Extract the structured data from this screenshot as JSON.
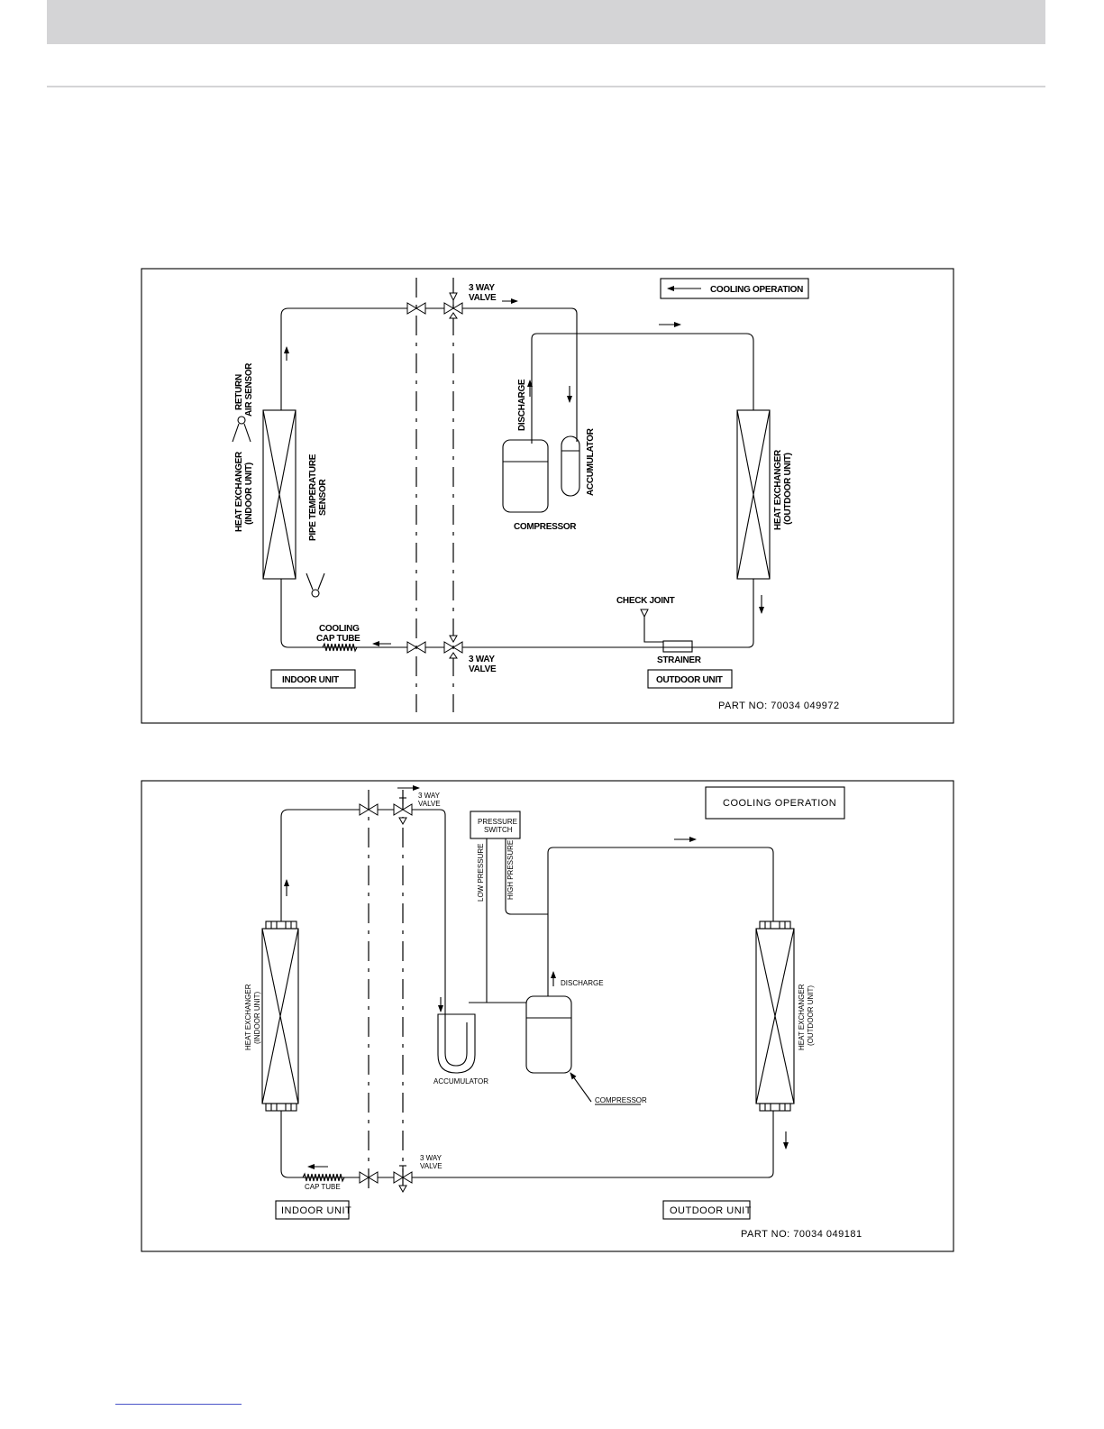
{
  "diagram1": {
    "valve_top": [
      "3 WAY",
      "VALVE"
    ],
    "valve_bottom": [
      "3 WAY",
      "VALVE"
    ],
    "legend": "COOLING OPERATION",
    "return_air_sensor": [
      "RETURN",
      "AIR SENSOR"
    ],
    "hx_indoor": [
      "HEAT EXCHANGER",
      "(INDOOR UNIT)"
    ],
    "pipe_temp_sensor": [
      "PIPE TEMPERATURE",
      "SENSOR"
    ],
    "discharge": "DISCHARGE",
    "accumulator": "ACCUMULATOR",
    "compressor": "COMPRESSOR",
    "hx_outdoor": [
      "HEAT EXCHANGER",
      "(OUTDOOR UNIT)"
    ],
    "check_joint": "CHECK JOINT",
    "cap_tube": [
      "COOLING",
      "CAP TUBE"
    ],
    "strainer": "STRAINER",
    "indoor_unit": "INDOOR UNIT",
    "outdoor_unit": "OUTDOOR UNIT",
    "part_no": "PART NO: 70034 049972"
  },
  "diagram2": {
    "valve_top": [
      "3 WAY",
      "VALVE"
    ],
    "valve_bottom": [
      "3 WAY",
      "VALVE"
    ],
    "pressure_switch": [
      "PRESSURE",
      "SWITCH"
    ],
    "legend": "COOLING OPERATION",
    "low_pressure": "LOW PRESSURE",
    "high_pressure": "HIGH PRESSURE",
    "hx_indoor": [
      "HEAT EXCHANGER",
      "(INDOOR UNIT)"
    ],
    "discharge": "DISCHARGE",
    "accumulator": "ACCUMULATOR",
    "compressor": "COMPRESSOR",
    "hx_outdoor": [
      "HEAT EXCHANGER",
      "(OUTDOOR UNIT)"
    ],
    "cap_tube": "CAP TUBE",
    "indoor_unit": "INDOOR UNIT",
    "outdoor_unit": "OUTDOOR UNIT",
    "part_no": "PART NO: 70034 049181"
  }
}
